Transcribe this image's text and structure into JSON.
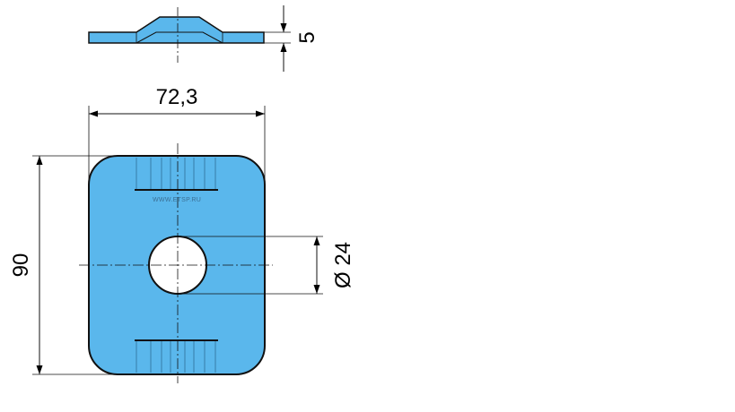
{
  "drawing": {
    "part_fill_color": "#5ab7ec",
    "outline_color": "#111111",
    "watermark": "WWW.ETSP.RU",
    "dimensions": {
      "width_label": "72,3",
      "height_label": "90",
      "thickness_label": "5",
      "hole_diameter_label": "Ø 24"
    }
  }
}
